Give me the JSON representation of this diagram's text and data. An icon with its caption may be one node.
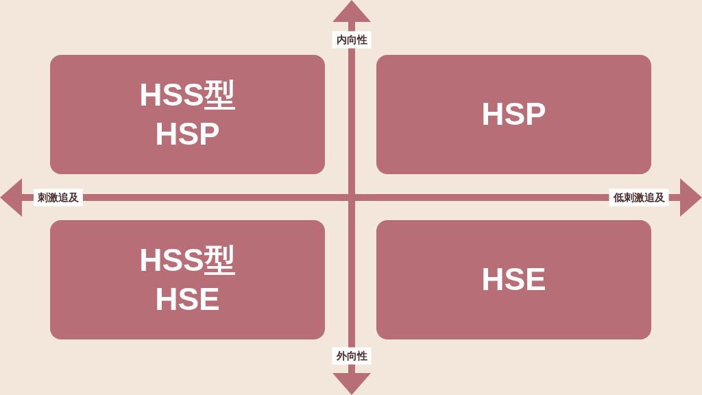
{
  "diagram": {
    "nodes": [
      {
        "text": [
          "HSS型 HSP"
        ]
      },
      {
        "text": [
          "HSP"
        ]
      },
      {
        "text": [
          "HSS型 HSE"
        ]
      },
      {
        "text": [
          "HSE"
        ]
      }
    ],
    "labels": [
      "内向性",
      "刺激追及",
      "低刺激追及",
      "外向性"
    ]
  }
}
